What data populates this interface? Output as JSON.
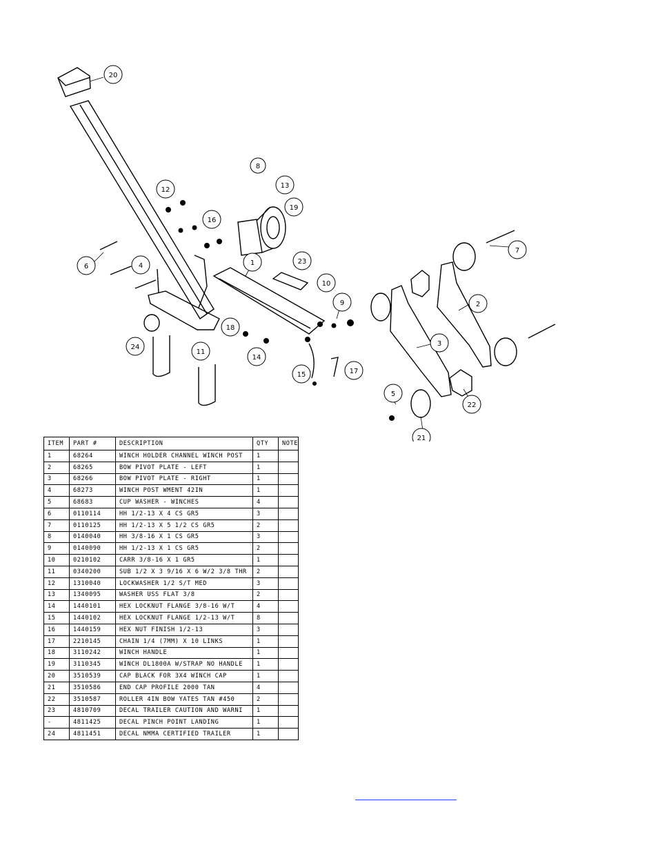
{
  "callouts": [
    "1",
    "2",
    "3",
    "4",
    "5",
    "6",
    "7",
    "8",
    "9",
    "10",
    "11",
    "12",
    "13",
    "14",
    "15",
    "16",
    "17",
    "18",
    "19",
    "20",
    "21",
    "22",
    "23",
    "24"
  ],
  "table": {
    "headers": [
      "ITEM",
      "PART #",
      "DESCRIPTION",
      "QTY",
      "NOTE"
    ],
    "rows": [
      [
        "1",
        "68264",
        "WINCH HOLDER CHANNEL WINCH POST",
        "1",
        ""
      ],
      [
        "2",
        "68265",
        "BOW PIVOT PLATE - LEFT",
        "1",
        ""
      ],
      [
        "3",
        "68266",
        "BOW PIVOT PLATE - RIGHT",
        "1",
        ""
      ],
      [
        "4",
        "68273",
        "WINCH POST WMENT 42IN",
        "1",
        ""
      ],
      [
        "5",
        "68683",
        "CUP WASHER - WINCHES",
        "4",
        ""
      ],
      [
        "6",
        "0110114",
        "HH 1/2-13 X 4 CS GR5",
        "3",
        ""
      ],
      [
        "7",
        "0110125",
        "HH 1/2-13 X 5 1/2 CS GR5",
        "2",
        ""
      ],
      [
        "8",
        "0140040",
        "HH 3/8-16 X 1 CS GR5",
        "3",
        ""
      ],
      [
        "9",
        "0140090",
        "HH 1/2-13 X 1 CS GR5",
        "2",
        ""
      ],
      [
        "10",
        "0210102",
        "CARR 3/8-16 X 1 GR5",
        "1",
        ""
      ],
      [
        "11",
        "0340200",
        "SUB 1/2 X 3 9/16 X 6 W/2 3/8 THR",
        "2",
        ""
      ],
      [
        "12",
        "1310040",
        "LOCKWASHER 1/2 S/T MED",
        "3",
        ""
      ],
      [
        "13",
        "1340095",
        "WASHER USS FLAT 3/8",
        "2",
        ""
      ],
      [
        "14",
        "1440101",
        "HEX LOCKNUT FLANGE 3/8-16 W/T",
        "4",
        ""
      ],
      [
        "15",
        "1440102",
        "HEX LOCKNUT FLANGE 1/2-13 W/T",
        "8",
        ""
      ],
      [
        "16",
        "1440159",
        "HEX NUT FINISH 1/2-13",
        "3",
        ""
      ],
      [
        "17",
        "2210145",
        "CHAIN 1/4 (7MM) X 10 LINKS",
        "1",
        ""
      ],
      [
        "18",
        "3110242",
        "WINCH HANDLE",
        "1",
        ""
      ],
      [
        "19",
        "3110345",
        "WINCH DL1800A W/STRAP  NO HANDLE",
        "1",
        ""
      ],
      [
        "20",
        "3510539",
        "CAP BLACK FOR 3X4 WINCH CAP",
        "1",
        ""
      ],
      [
        "21",
        "3510586",
        "END CAP PROFILE 2000 TAN",
        "4",
        ""
      ],
      [
        "22",
        "3510587",
        "ROLLER 4IN BOW YATES TAN #450",
        "2",
        ""
      ],
      [
        "23",
        "4810709",
        "DECAL TRAILER CAUTION AND WARNI",
        "1",
        ""
      ],
      [
        "-",
        "4811425",
        "DECAL PINCH POINT LANDING",
        "1",
        ""
      ],
      [
        "24",
        "4811451",
        "DECAL NMMA CERTIFIED TRAILER",
        "1",
        ""
      ]
    ]
  }
}
